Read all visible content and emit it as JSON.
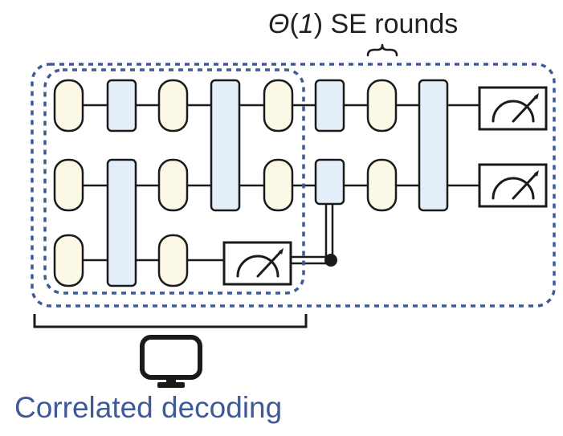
{
  "title": {
    "symbol": "Θ",
    "open_paren": "(",
    "number": "1",
    "rest": ") SE rounds"
  },
  "caption": "Correlated decoding",
  "colors": {
    "single_qubit_gate_fill": "#fbf8e6",
    "two_qubit_gate_fill": "#e3eef9",
    "dashed_box": "#3f5a96",
    "caption": "#3f5a96",
    "wire": "#1a1a1a"
  },
  "icons": {
    "measurement": "meter-gauge-icon",
    "decoder": "monitor-icon",
    "round_marker": "curly-brace-icon"
  },
  "circuit": {
    "qubit_count": 3,
    "measured_qubits": [
      1,
      2,
      3
    ],
    "classical_feedforward": {
      "from_qubit": 3,
      "to_qubit": 2
    }
  }
}
